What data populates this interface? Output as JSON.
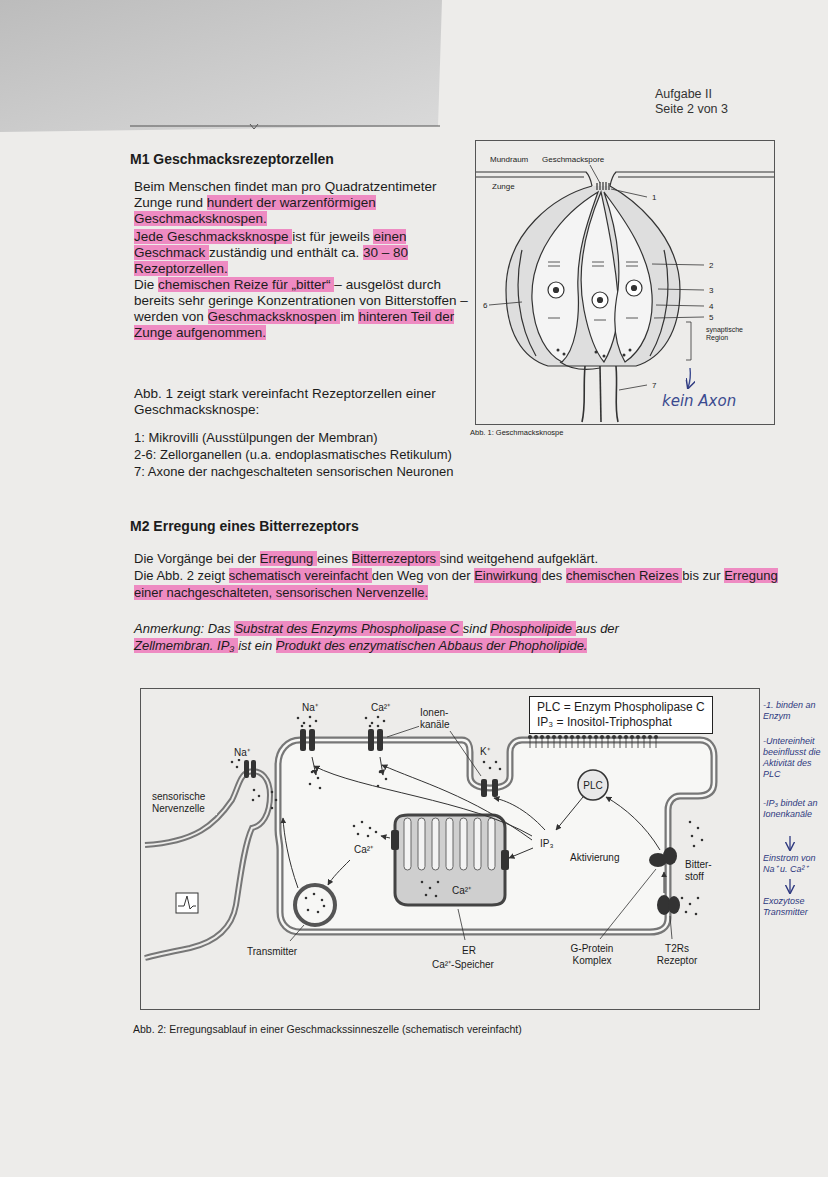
{
  "diagram": {
    "caption": "Abb. 2: Erregungsablauf in einer Geschmackssinneszelle (schematisch vereinfacht)",
    "nodes": [
      {
        "text": [
          "Mundraum",
          "Geschmackspore",
          "Zunge",
          "1",
          "2",
          "3",
          "4",
          "5",
          "synaptische Region",
          "6",
          "7"
        ]
      },
      {
        "text": [
          "Na⁺",
          "Ca²⁺",
          "Ionen- kanäle",
          "K⁺",
          "Na⁺",
          "sensorische Nervenzelle",
          "IP₃",
          "Aktivierung",
          "Ca²⁺",
          "Ca²⁺",
          "Bitter- stoff",
          "Transmitter",
          "ER",
          "Ca²⁺-Speicher",
          "G-Protein Komplex",
          "T2Rs Rezeptor"
        ]
      },
      {
        "text": [
          "PLC = Enzym Phospholipase C",
          "IP₃ = Inositol-Triphosphat"
        ],
        "in": 1
      },
      {
        "text": [
          "PLC"
        ],
        "in": 1
      }
    ],
    "labels": [
      "Aufgabe II",
      "Seite 2 von 3",
      "M1 Geschmacksrezeptorzellen",
      "Beim Menschen findet man pro Quadratzentimeter Zunge rund hundert der warzenförmigen Geschmacksknospen.",
      "Jede Geschmacksknospe ist für jeweils einen Geschmack zuständig und enthält ca. 30 – 80 Rezeptorzellen.",
      "Die chemischen Reize für „bitter“ – ausgelöst durch bereits sehr geringe Konzentrationen von Bitterstoffen – werden von Geschmacksknospen im hinteren Teil der Zunge aufgenommen.",
      "Abb. 1 zeigt stark vereinfacht Rezeptorzellen einer Geschmacksknospe:",
      "1: Mikrovilli (Ausstülpungen der Membran)",
      "2-6: Zellorganellen (u.a. endoplasmatisches Retikulum)",
      "7: Axone der nachgeschalteten sensorischen Neuronen",
      "Abb. 1: Geschmacksknospe",
      "kein Axon",
      "M2 Erregung eines Bitterrezeptors",
      "Die Vorgänge bei der Erregung eines Bitterrezeptors sind weitgehend aufgeklärt.",
      "Die Abb. 2 zeigt schematisch vereinfacht den Weg von der Einwirkung des chemischen Reizes bis zur Erregung einer nachgeschalteten, sensorischen Nervenzelle.",
      "Anmerkung: Das Substrat des Enzyms Phospholipase C sind Phospholipide aus der Zellmembran. IP₃ ist ein Produkt des enzymatischen Abbaus der Phopholipide.",
      "-1. binden an Enzym",
      "-Untereinheit beeinflusst die Aktivität des PLC",
      "-IP₃ bindet an Ionenkanäle",
      "Einstrom von Na⁺ u. Ca²⁺",
      "Exozytose Transmitter"
    ]
  }
}
